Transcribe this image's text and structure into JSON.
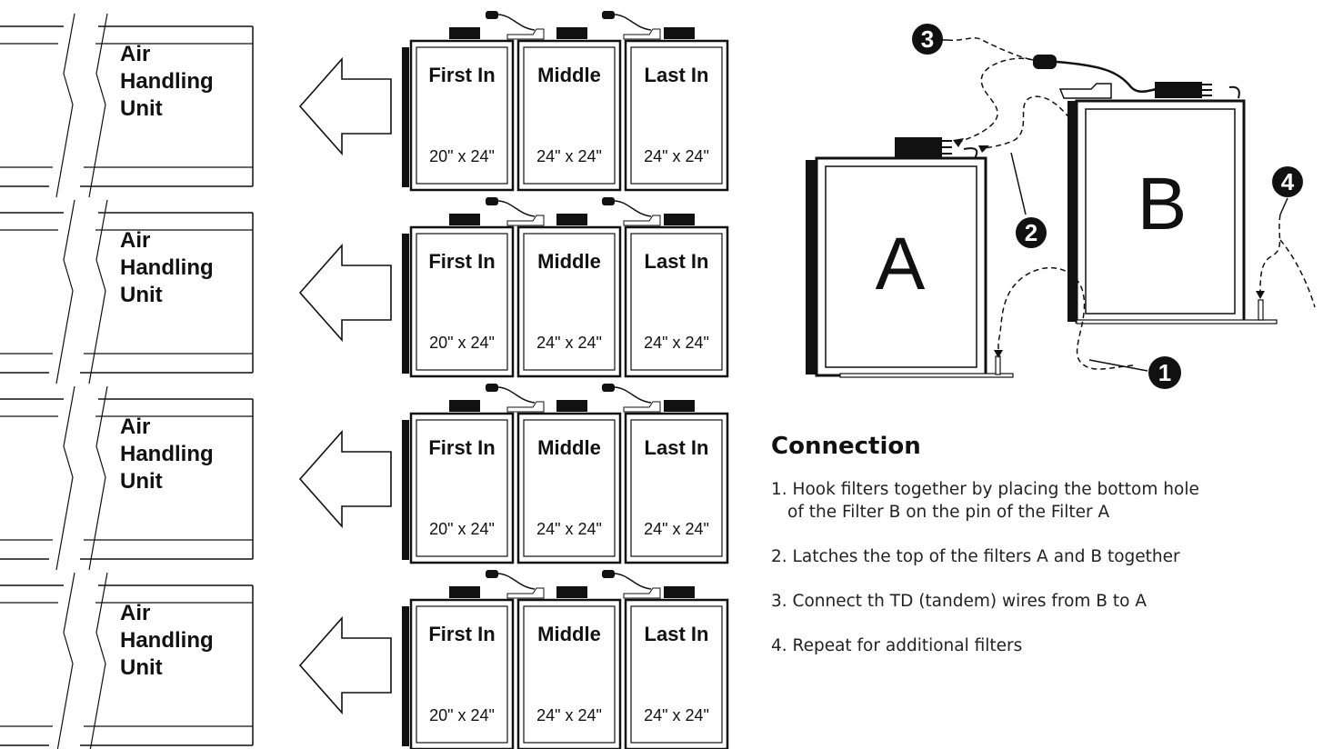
{
  "air_handling_units": [
    {
      "lines": [
        "Air",
        "Handling",
        "Unit"
      ]
    },
    {
      "lines": [
        "Air",
        "Handling",
        "Unit"
      ]
    },
    {
      "lines": [
        "Air",
        "Handling",
        "Unit"
      ]
    },
    {
      "lines": [
        "Air",
        "Handling",
        "Unit"
      ]
    }
  ],
  "filter_rows": [
    {
      "filters": [
        {
          "position": "First In",
          "size": "20\" x 24\""
        },
        {
          "position": "Middle",
          "size": "24\" x 24\""
        },
        {
          "position": "Last In",
          "size": "24\" x 24\""
        }
      ]
    },
    {
      "filters": [
        {
          "position": "First In",
          "size": "20\" x 24\""
        },
        {
          "position": "Middle",
          "size": "24\" x 24\""
        },
        {
          "position": "Last In",
          "size": "24\" x 24\""
        }
      ]
    },
    {
      "filters": [
        {
          "position": "First In",
          "size": "20\" x 24\""
        },
        {
          "position": "Middle",
          "size": "24\" x 24\""
        },
        {
          "position": "Last In",
          "size": "24\" x 24\""
        }
      ]
    },
    {
      "filters": [
        {
          "position": "First In",
          "size": "20\" x 24\""
        },
        {
          "position": "Middle",
          "size": "24\" x 24\""
        },
        {
          "position": "Last In",
          "size": "24\" x 24\""
        }
      ]
    }
  ],
  "detail": {
    "filter_a_label": "A",
    "filter_b_label": "B",
    "callouts": [
      "1",
      "2",
      "3",
      "4"
    ]
  },
  "connection": {
    "title": "Connection",
    "steps": [
      {
        "number": "1.",
        "text": "Hook filters together by placing the bottom hole",
        "continuation": "of the Filter B on the pin of the Filter A"
      },
      {
        "number": "2.",
        "text": "Latches the top of the filters A and B together"
      },
      {
        "number": "3.",
        "text": "Connect th TD (tandem) wires from B to A"
      },
      {
        "number": "4.",
        "text": "Repeat for additional filters"
      }
    ]
  }
}
